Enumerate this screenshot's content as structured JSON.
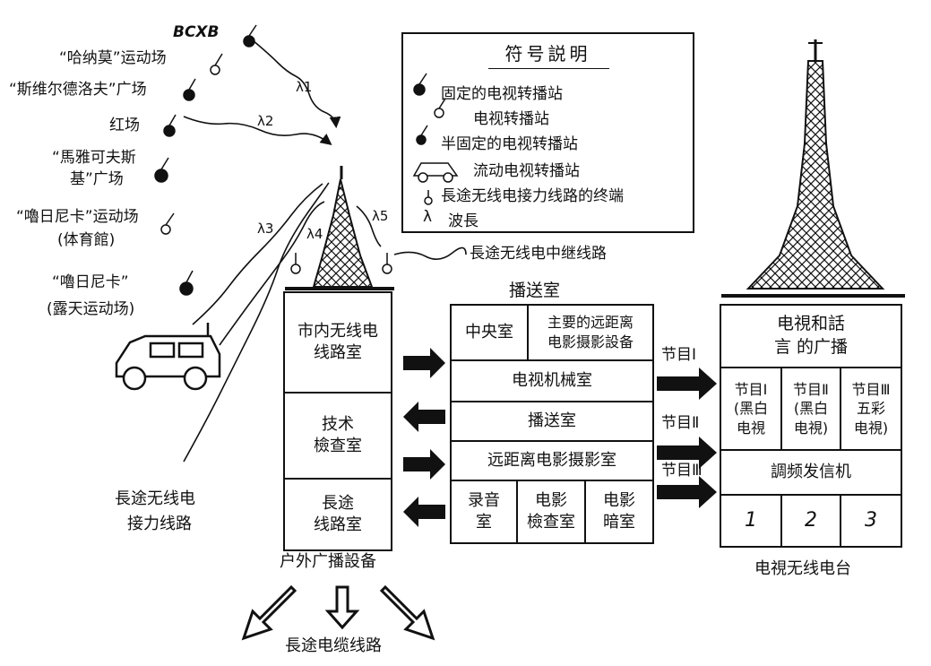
{
  "sources": {
    "bcxb": "BCXB",
    "luzhniki_stadium": "“哈纳莫”运动场",
    "sverdlov_square": "“斯维尔德洛夫”广场",
    "red_square": "红场",
    "mayakovsky_square_l1": "“馬雅可夫斯",
    "mayakovsky_square_l2": "基”广场",
    "dinamo_stadium_l1": "“嚕日尼卡”运动场",
    "dinamo_stadium_l2": "(体育館)",
    "luzhniki_open_l1": "“嚕日尼卡”",
    "luzhniki_open_l2": "(露天运动场)"
  },
  "wavelengths": {
    "l1": "λ1",
    "l2": "λ2",
    "l3": "λ3",
    "l4": "λ4",
    "l5": "λ5"
  },
  "labels": {
    "relay_line": "長途无线电中继线路",
    "long_radio_l1": "長途无线电",
    "long_radio_l2": "接力线路",
    "outdoor_equipment": "户外广播設备",
    "cable_lines": "長途电缆线路",
    "broadcast_room_title": "播送室",
    "tv_station": "电視无线电台"
  },
  "legend": {
    "title": "符号説明",
    "items": [
      "固定的电视转播站",
      "电视转播站",
      "半固定的电视转播站",
      "流动电视转播站",
      "長途无线电接力线路的终端",
      "波長"
    ],
    "lambda_symbol": "λ"
  },
  "left_block": {
    "city_radio_l1": "市内无线电",
    "city_radio_l2": "线路室",
    "tech_check_l1": "技术",
    "tech_check_l2": "檢查室",
    "long_line_l1": "長途",
    "long_line_l2": "线路室"
  },
  "mid_block": {
    "central_room": "中央室",
    "main_remote_l1": "主要的远距离",
    "main_remote_l2": "电影摄影設备",
    "tv_machine_room": "电视机械室",
    "broadcast_room": "播送室",
    "remote_film_room": "远距离电影摄影室",
    "recording_l1": "录音",
    "recording_l2": "室",
    "film_check_l1": "电影",
    "film_check_l2": "檢查室",
    "darkroom_l1": "电影",
    "darkroom_l2": "暗室"
  },
  "programs": {
    "p1": "节目Ⅰ",
    "p2": "节目Ⅱ",
    "p3": "节目Ⅲ"
  },
  "right_block": {
    "header_l1": "电視和話",
    "header_l2": "言 的广播",
    "p1_l1": "节目Ⅰ",
    "p1_l2": "(黑白",
    "p1_l3": "电視",
    "p2_l1": "节目Ⅱ",
    "p2_l2": "(黑白",
    "p2_l3": "电視)",
    "p3_l1": "节目Ⅲ",
    "p3_l2": "五彩",
    "p3_l3": "电視)",
    "fm_transmitter": "調频发信机",
    "ch1": "1",
    "ch2": "2",
    "ch3": "3"
  },
  "colors": {
    "ink": "#111111",
    "paper": "#ffffff"
  }
}
